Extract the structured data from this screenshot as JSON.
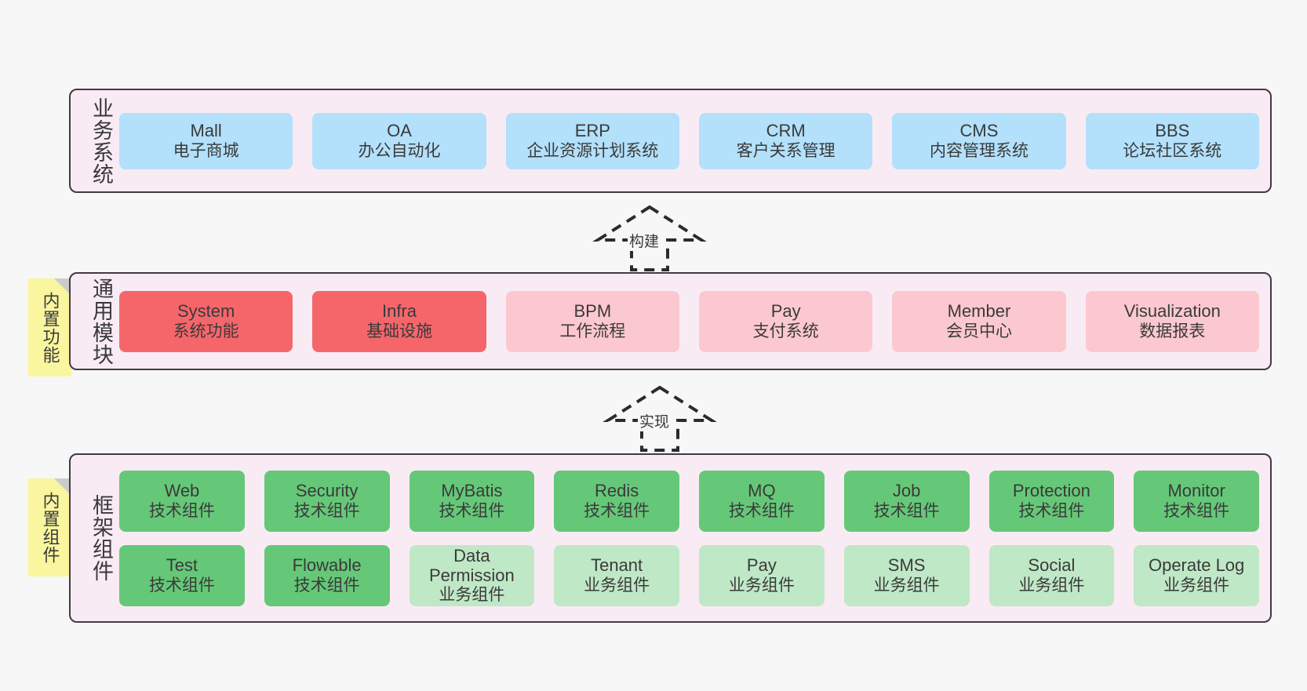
{
  "diagram": {
    "background_color": "#f7f7f7",
    "panel_fill": "#f9ebf4",
    "panel_border": "#413a46",
    "note_fill": "#faf69f"
  },
  "layers": [
    {
      "id": "business-systems",
      "title": "业务系统",
      "note": null,
      "rows": [
        [
          {
            "en": "Mall",
            "cn": "电子商城",
            "color": "#b3e0fb",
            "style": "blue"
          },
          {
            "en": "OA",
            "cn": "办公自动化",
            "color": "#b3e0fb",
            "style": "blue"
          },
          {
            "en": "ERP",
            "cn": "企业资源计划系统",
            "color": "#b3e0fb",
            "style": "blue"
          },
          {
            "en": "CRM",
            "cn": "客户关系管理",
            "color": "#b3e0fb",
            "style": "blue"
          },
          {
            "en": "CMS",
            "cn": "内容管理系统",
            "color": "#b3e0fb",
            "style": "blue"
          },
          {
            "en": "BBS",
            "cn": "论坛社区系统",
            "color": "#b3e0fb",
            "style": "blue"
          }
        ]
      ]
    },
    {
      "id": "common-modules",
      "title": "通用模块",
      "note": "内置功能",
      "rows": [
        [
          {
            "en": "System",
            "cn": "系统功能",
            "color": "#f5666b",
            "style": "red"
          },
          {
            "en": "Infra",
            "cn": "基础设施",
            "color": "#f5666b",
            "style": "red"
          },
          {
            "en": "BPM",
            "cn": "工作流程",
            "color": "#fcc8cf",
            "style": "pink"
          },
          {
            "en": "Pay",
            "cn": "支付系统",
            "color": "#fcc8cf",
            "style": "pink"
          },
          {
            "en": "Member",
            "cn": "会员中心",
            "color": "#fcc8cf",
            "style": "pink"
          },
          {
            "en": "Visualization",
            "cn": "数据报表",
            "color": "#fcc8cf",
            "style": "pink"
          }
        ]
      ]
    },
    {
      "id": "framework-components",
      "title": "框架组件",
      "note": "内置组件",
      "rows": [
        [
          {
            "en": "Web",
            "cn": "技术组件",
            "color": "#65c878",
            "style": "green"
          },
          {
            "en": "Security",
            "cn": "技术组件",
            "color": "#65c878",
            "style": "green"
          },
          {
            "en": "MyBatis",
            "cn": "技术组件",
            "color": "#65c878",
            "style": "green"
          },
          {
            "en": "Redis",
            "cn": "技术组件",
            "color": "#65c878",
            "style": "green"
          },
          {
            "en": "MQ",
            "cn": "技术组件",
            "color": "#65c878",
            "style": "green"
          },
          {
            "en": "Job",
            "cn": "技术组件",
            "color": "#65c878",
            "style": "green"
          },
          {
            "en": "Protection",
            "cn": "技术组件",
            "color": "#65c878",
            "style": "green"
          },
          {
            "en": "Monitor",
            "cn": "技术组件",
            "color": "#65c878",
            "style": "green"
          }
        ],
        [
          {
            "en": "Test",
            "cn": "技术组件",
            "color": "#65c878",
            "style": "green"
          },
          {
            "en": "Flowable",
            "cn": "技术组件",
            "color": "#65c878",
            "style": "green"
          },
          {
            "en": "Data Permission",
            "cn": "业务组件",
            "color": "#bfe8c6",
            "style": "mint",
            "wrap": true
          },
          {
            "en": "Tenant",
            "cn": "业务组件",
            "color": "#bfe8c6",
            "style": "mint"
          },
          {
            "en": "Pay",
            "cn": "业务组件",
            "color": "#bfe8c6",
            "style": "mint"
          },
          {
            "en": "SMS",
            "cn": "业务组件",
            "color": "#bfe8c6",
            "style": "mint"
          },
          {
            "en": "Social",
            "cn": "业务组件",
            "color": "#bfe8c6",
            "style": "mint"
          },
          {
            "en": "Operate Log",
            "cn": "业务组件",
            "color": "#bfe8c6",
            "style": "mint"
          }
        ]
      ]
    }
  ],
  "connectors": [
    {
      "id": "build",
      "label": "构建",
      "from": "common-modules",
      "to": "business-systems"
    },
    {
      "id": "implement",
      "label": "实现",
      "from": "framework-components",
      "to": "common-modules"
    }
  ]
}
